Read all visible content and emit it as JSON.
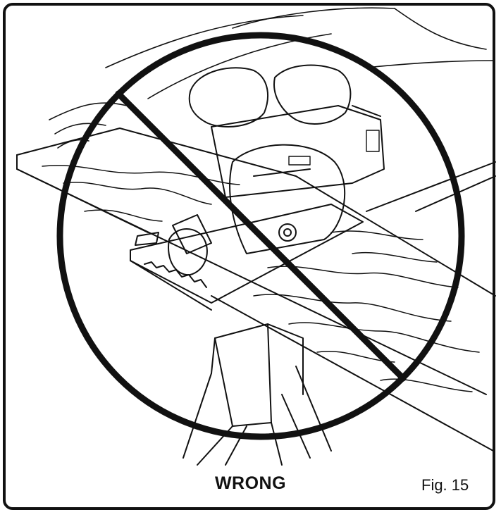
{
  "caption": {
    "label": "WRONG"
  },
  "figure": {
    "number": "Fig. 15"
  },
  "colors": {
    "ink": "#111111",
    "paper": "#ffffff"
  },
  "icons": [
    "prohibition-sign-icon",
    "circular-saw-illustration",
    "sawhorse-illustration"
  ]
}
